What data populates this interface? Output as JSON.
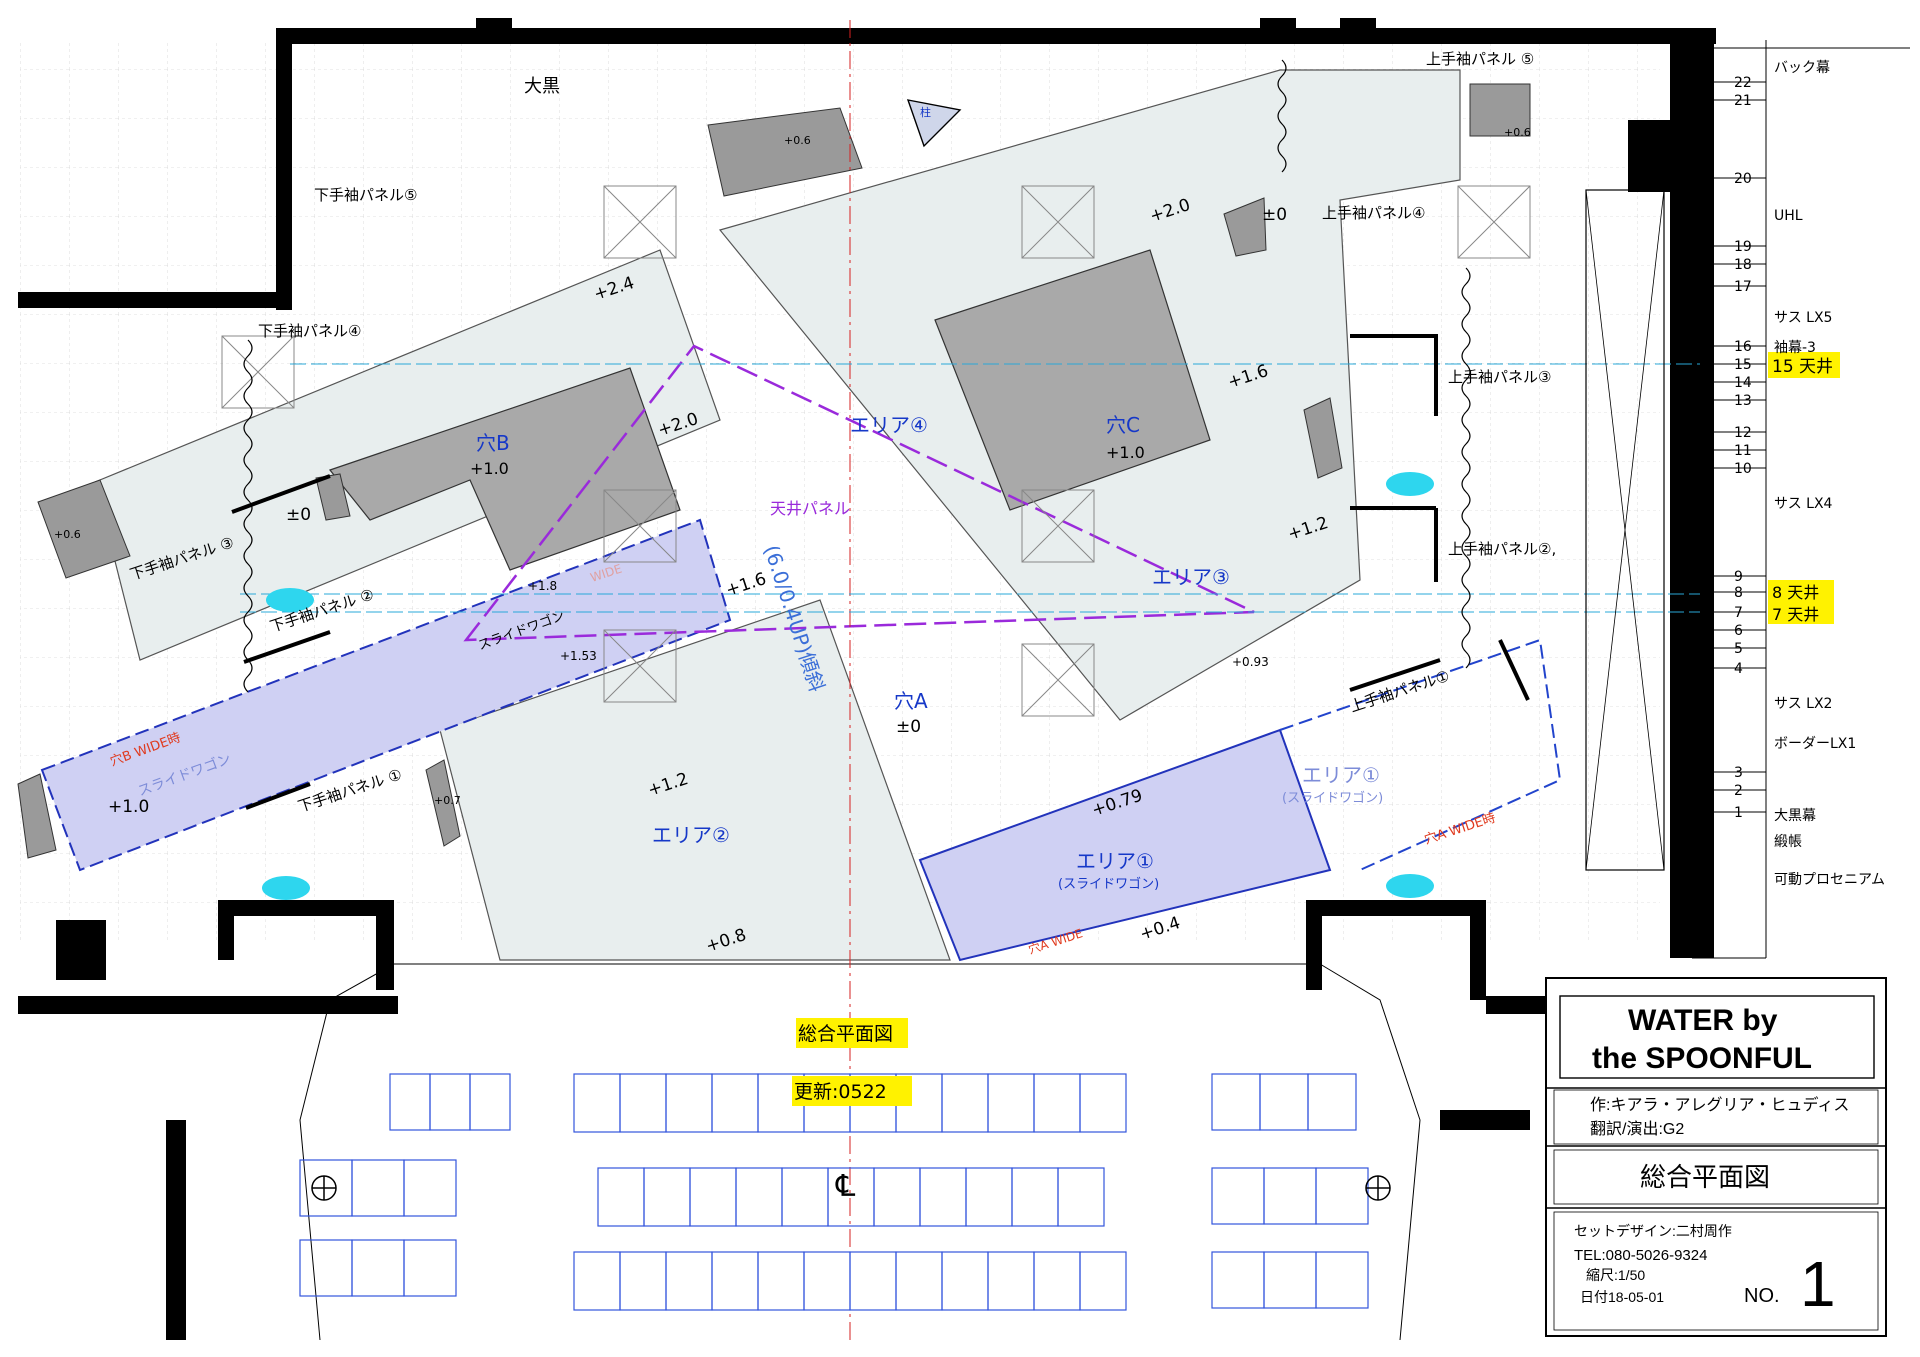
{
  "title_block": {
    "play_title_line1": "WATER by",
    "play_title_line2": "the SPOONFUL",
    "author": "作:キアラ・アレグリア・ヒュディス",
    "translation": "翻訳/演出:G2",
    "drawing_name": "総合平面図",
    "designer": "セットデザイン:二村周作",
    "tel": "TEL:080-5026-9324",
    "scale": "縮尺:1/50",
    "date": "日付18-05-01",
    "no_label": "NO.",
    "no_value": "1"
  },
  "highlights": {
    "plan_title": "総合平面図",
    "update": "更新:0522",
    "ceiling_15": "15 天井",
    "ceiling_8": "8 天井",
    "ceiling_7": "7 天井"
  },
  "areas": {
    "area1": "エリア①",
    "area1_sub": "(スライドワゴン)",
    "area1b": "エリア①",
    "area1b_sub": "(スライドワゴン)",
    "area2": "エリア②",
    "area3": "エリア③",
    "area4": "エリア④",
    "holeA": "穴A",
    "holeB": "穴B",
    "holeC": "穴C",
    "ceiling_panel": "天井パネル",
    "slope": "(6.0/0.4UP)傾斜",
    "pillar": "柱"
  },
  "panels": {
    "ku5": "上手袖パネル ⑤",
    "ku4": "上手袖パネル④",
    "ku3": "上手袖パネル③",
    "ku2": "上手袖パネル②,",
    "ku1": "上手袖パネル①",
    "sh5": "下手袖パネル⑤",
    "sh4": "下手袖パネル④",
    "sh3": "下手袖パネル ③",
    "sh2": "下手袖パネル ②",
    "sh1": "下手袖パネル ①",
    "ookuro": "大黒",
    "slide_wagon_b": "スライドワゴン",
    "slide_wagon_a": "スライドワゴン",
    "holeB_wide": "穴B WIDE時",
    "holeA_wide": "穴A WIDE",
    "holeA_wide2": "穴A WIDE時",
    "wide": "WIDE"
  },
  "levels": {
    "l24": "+2.4",
    "l20a": "+2.0",
    "l20b": "+2.0",
    "l16a": "+1.6",
    "l16b": "+1.6",
    "l12a": "+1.2",
    "l12b": "+1.2",
    "l10a": "+1.0",
    "l10b": "+1.0",
    "l10c": "+1.0",
    "l08": "+0.8",
    "l04": "+0.4",
    "l079": "+0.79",
    "l093": "+0.93",
    "l153": "+1.53",
    "l18": "+1.8",
    "l07": "+0.7",
    "l06a": "+0.6",
    "l06b": "+0.6",
    "l06c": "+0.6",
    "z0a": "±0",
    "z0b": "±0",
    "z0c": "±0"
  },
  "batten_rail": {
    "numbers": [
      "22",
      "21",
      "20",
      "19",
      "18",
      "17",
      "16",
      "15",
      "14",
      "13",
      "12",
      "11",
      "10",
      "9",
      "8",
      "7",
      "6",
      "5",
      "4",
      "3",
      "2",
      "1"
    ],
    "labels": {
      "back": "バック幕",
      "uhl": "UHL",
      "lx5": "サス LX5",
      "curtain3": "袖幕-3",
      "lx4": "サス LX4",
      "lx2": "サス LX2",
      "border": "ボーダーLX1",
      "ookuro_maku": "大黒幕",
      "donchou": "緞帳",
      "proscenium": "可動プロセニアム"
    }
  },
  "centerline": "℄"
}
